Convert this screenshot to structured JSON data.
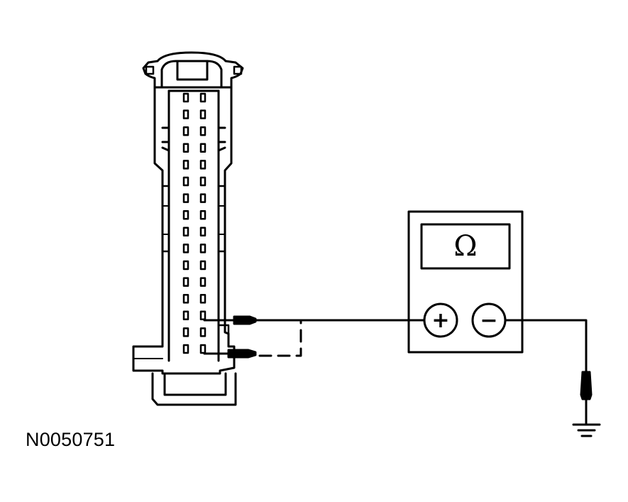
{
  "figure": {
    "id_label": "N0050751",
    "meter": {
      "display_symbol": "Ω",
      "positive_label": "+",
      "negative_label": "−"
    },
    "connector": {
      "pin_rows": 16,
      "pin_columns": 2
    }
  },
  "colors": {
    "line": "#000000",
    "background": "#ffffff"
  }
}
